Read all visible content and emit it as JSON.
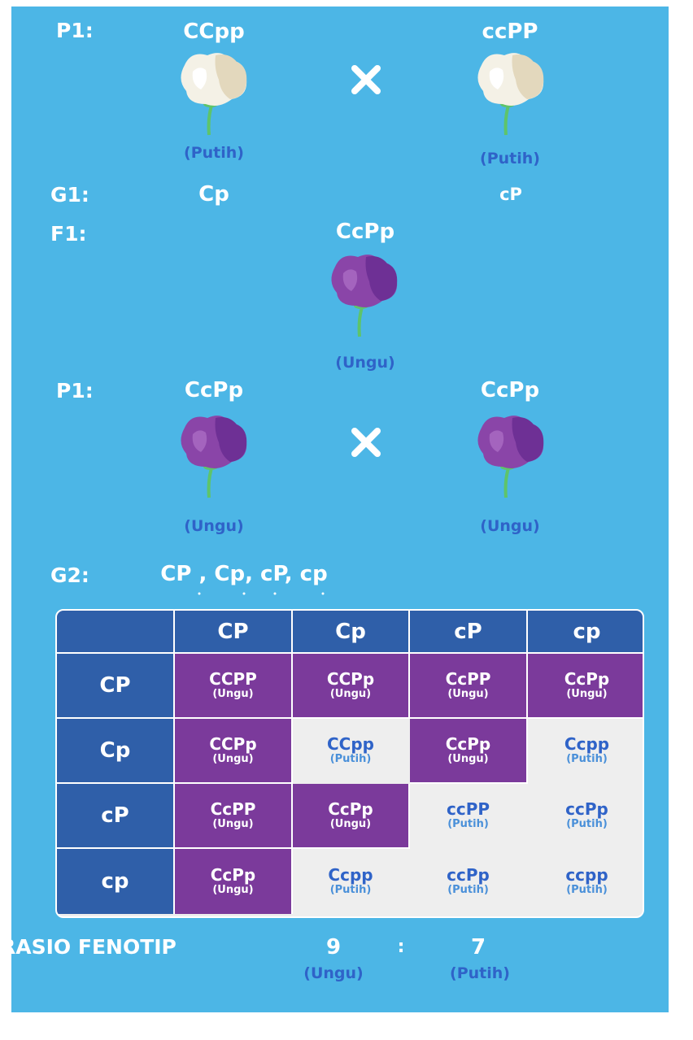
{
  "colors": {
    "background": "#4cb6e6",
    "header_cell": "#2f5fa9",
    "purple_cell": "#7b3a9b",
    "white_cell": "#eeeeee",
    "phenotype_text": "#2f63c8",
    "flower_white": "#f4f1e6",
    "flower_purple": "#8a45a8",
    "stem": "#5ec46a"
  },
  "cross1": {
    "label": "P1:",
    "left": {
      "genotype": "CCpp",
      "phenotype": "(Putih)",
      "flower": "white-flower-icon"
    },
    "cross_symbol": "cross-icon",
    "right": {
      "genotype": "ccPP",
      "phenotype": "(Putih)",
      "flower": "white-flower-icon"
    }
  },
  "gametes1": {
    "label": "G1:",
    "left": "Cp",
    "right": "cP"
  },
  "f1": {
    "label": "F1:",
    "genotype": "CcPp",
    "phenotype": "(Ungu)",
    "flower": "purple-flower-icon"
  },
  "cross2": {
    "label": "P1:",
    "left": {
      "genotype": "CcPp",
      "phenotype": "(Ungu)",
      "flower": "purple-flower-icon"
    },
    "cross_symbol": "cross-icon",
    "right": {
      "genotype": "CcPp",
      "phenotype": "(Ungu)",
      "flower": "purple-flower-icon"
    }
  },
  "gametes2": {
    "label": "G2:",
    "list": "CP , Cp, cP, cp"
  },
  "punnett": {
    "columns": [
      "CP",
      "Cp",
      "cP",
      "cp"
    ],
    "rows": [
      {
        "header": "CP",
        "cells": [
          {
            "genotype": "CCPP",
            "phenotype": "(Ungu)",
            "color": "purple"
          },
          {
            "genotype": "CCPp",
            "phenotype": "(Ungu)",
            "color": "purple"
          },
          {
            "genotype": "CcPP",
            "phenotype": "(Ungu)",
            "color": "purple"
          },
          {
            "genotype": "CcPp",
            "phenotype": "(Ungu)",
            "color": "purple"
          }
        ]
      },
      {
        "header": "Cp",
        "cells": [
          {
            "genotype": "CCPp",
            "phenotype": "(Ungu)",
            "color": "purple"
          },
          {
            "genotype": "CCpp",
            "phenotype": "(Putih)",
            "color": "light"
          },
          {
            "genotype": "CcPp",
            "phenotype": "(Ungu)",
            "color": "purple"
          },
          {
            "genotype": "Ccpp",
            "phenotype": "(Putih)",
            "color": "light"
          }
        ]
      },
      {
        "header": "cP",
        "cells": [
          {
            "genotype": "CcPP",
            "phenotype": "(Ungu)",
            "color": "purple"
          },
          {
            "genotype": "CcPp",
            "phenotype": "(Ungu)",
            "color": "purple"
          },
          {
            "genotype": "ccPP",
            "phenotype": "(Putih)",
            "color": "light"
          },
          {
            "genotype": "ccPp",
            "phenotype": "(Putih)",
            "color": "light"
          }
        ]
      },
      {
        "header": "cp",
        "cells": [
          {
            "genotype": "CcPp",
            "phenotype": "(Ungu)",
            "color": "purple"
          },
          {
            "genotype": "Ccpp",
            "phenotype": "(Putih)",
            "color": "light"
          },
          {
            "genotype": "ccPp",
            "phenotype": "(Putih)",
            "color": "light"
          },
          {
            "genotype": "ccpp",
            "phenotype": "(Putih)",
            "color": "light"
          }
        ]
      }
    ]
  },
  "ratio": {
    "label": "RASIO FENOTIP",
    "left_value": "9",
    "separator": ":",
    "right_value": "7",
    "left_phenotype": "(Ungu)",
    "right_phenotype": "(Putih)"
  }
}
